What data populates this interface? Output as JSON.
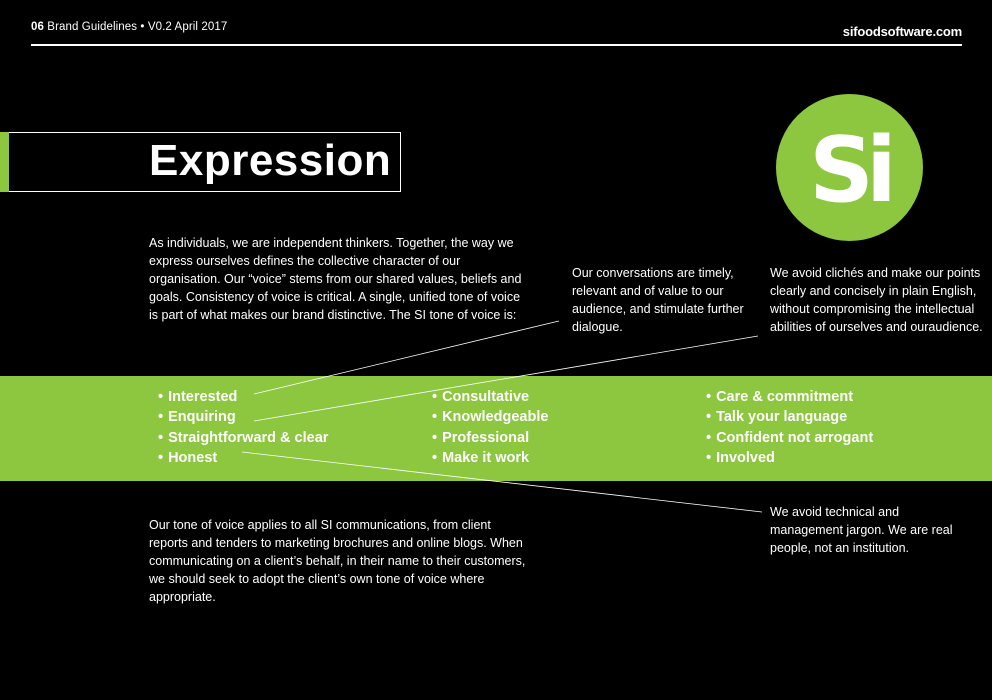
{
  "header": {
    "page_number": "06",
    "doc_info": "Brand Guidelines • V0.2 April 2017",
    "website": "sifoodsoftware.com"
  },
  "title": "Expression",
  "logo": {
    "text": "Si",
    "icon": "si-logo-icon",
    "color": "#8dc63f"
  },
  "intro": "As individuals, we are independent thinkers. Together, the way we express ourselves defines the collective character of our organisation. Our “voice” stems from our shared values, beliefs and goals. Consistency of voice is critical. A single, unified tone of voice is part of what makes our brand distinctive. The SI tone of voice is:",
  "notes": {
    "conversations": "Our conversations are timely, relevant and of value to our audience, and stimulate further dialogue.",
    "cliches": "We avoid clichés and make our points clearly and concisely in plain English, without compromising the intellectual abilities of ourselves and ouraudience.",
    "jargon": "We avoid technical and management jargon. We are real people, not an institution."
  },
  "band": {
    "color": "#8dc63f",
    "columns": [
      [
        "Interested",
        "Enquiring",
        "Straightforward & clear",
        "Honest"
      ],
      [
        "Consultative",
        "Knowledgeable",
        "Professional",
        "Make it work"
      ],
      [
        "Care & commitment",
        "Talk your language",
        "Confident not arrogant",
        "Involved"
      ]
    ]
  },
  "outro": "Our tone of voice applies to all SI communications, from client reports and tenders to marketing brochures and online blogs. When communicating on a client’s behalf, in their name to their customers, we should seek to adopt the client’s own tone of voice where appropriate."
}
